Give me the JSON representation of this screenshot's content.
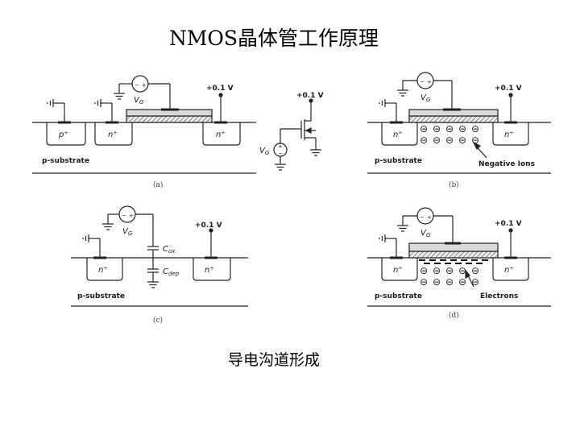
{
  "slide": {
    "title": "NMOS晶体管工作原理",
    "caption": "导电沟道形成"
  },
  "labels": {
    "p_substrate": "p-substrate",
    "n_plus": "n⁺",
    "p_plus": "p⁺",
    "plus_v": "+0.1 V",
    "vg": "V",
    "vg_sub": "G",
    "negative_ions": "Negative Ions",
    "electrons": "Electrons",
    "cox": "C",
    "cox_sub": "ox",
    "cdep": "C",
    "cdep_sub": "dep",
    "plus_sign": "+",
    "minus_sign": "−",
    "ion_symbol": "⊖"
  },
  "panels": [
    {
      "id": "a",
      "caption": "(a)"
    },
    {
      "id": "b",
      "caption": "(b)"
    },
    {
      "id": "c",
      "caption": "(c)"
    },
    {
      "id": "d",
      "caption": "(d)"
    }
  ],
  "colors": {
    "line": "#222222",
    "gate": "#bdbdbd",
    "oxide": "#e2e2e2"
  }
}
